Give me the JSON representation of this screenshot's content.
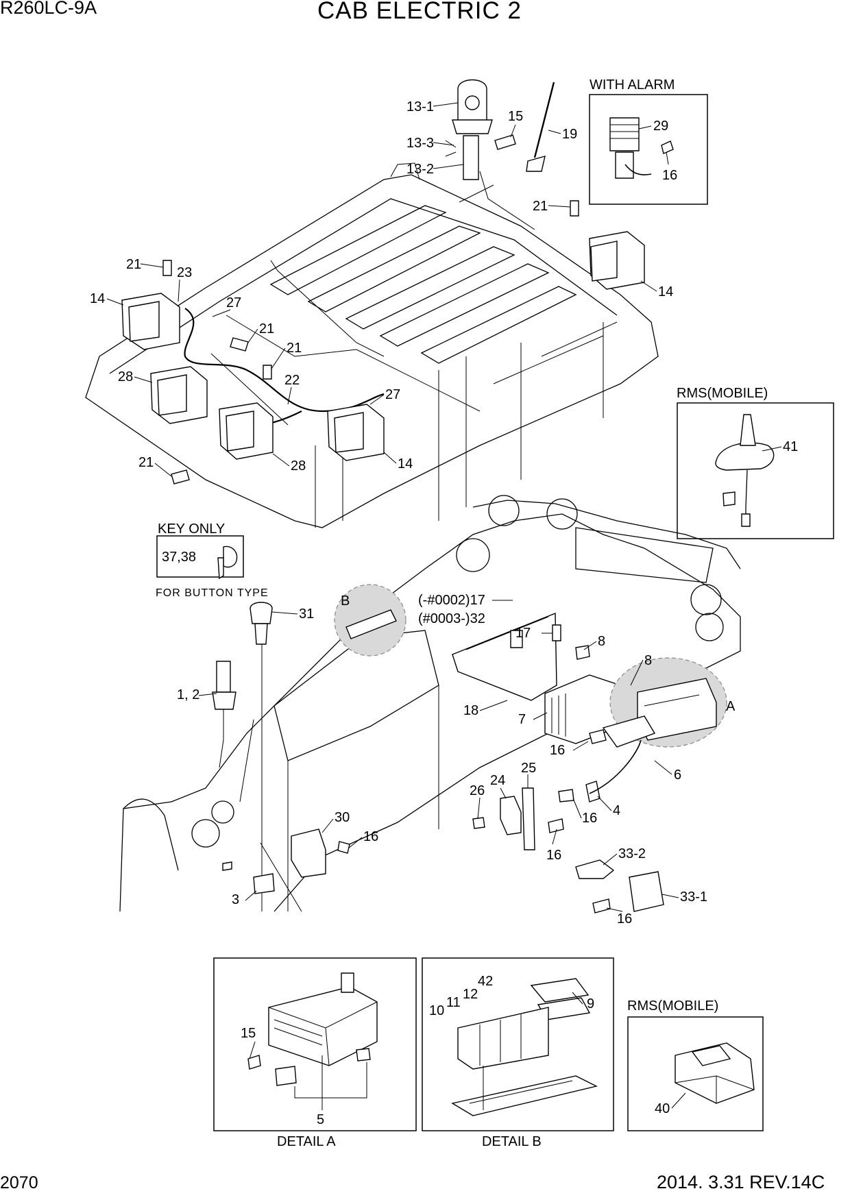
{
  "header": {
    "model": "R260LC-9A",
    "title": "CAB ELECTRIC 2"
  },
  "footer": {
    "page_number": "2070",
    "revision": "2014. 3.31  REV.14C"
  },
  "insets": {
    "with_alarm": "WITH ALARM",
    "rms_mobile_top": "RMS(MOBILE)",
    "key_only": "KEY ONLY",
    "for_button_type": "FOR BUTTON TYPE",
    "rms_mobile_bottom": "RMS(MOBILE)",
    "detail_a": "DETAIL A",
    "detail_b": "DETAIL B",
    "detail_a_marker": "A",
    "detail_b_marker": "B"
  },
  "callouts": {
    "c13_1": "13-1",
    "c15_top": "15",
    "c13_3": "13-3",
    "c19": "19",
    "c13_2": "13-2",
    "c29": "29",
    "c16_alarm": "16",
    "c21_roof_right": "21",
    "c14_right": "14",
    "c21_left": "21",
    "c23": "23",
    "c14_left": "14",
    "c27_a": "27",
    "c21_mid": "21",
    "c21_mid2": "21",
    "c28_a": "28",
    "c22": "22",
    "c27_b": "27",
    "c21_low": "21",
    "c28_b": "28",
    "c14_low": "14",
    "c41": "41",
    "c37_38": "37,38",
    "c31": "31",
    "c17_a": "(-#0002)17",
    "c32": "(#0003-)32",
    "c17_b": "17",
    "c8_a": "8",
    "c8_b": "8",
    "c1_2": "1, 2",
    "c18": "18",
    "c7": "7",
    "c16_a": "16",
    "c25": "25",
    "c6": "6",
    "c26": "26",
    "c24": "24",
    "c4": "4",
    "c16_b": "16",
    "c30": "30",
    "c16_c": "16",
    "c16_d": "16",
    "c33_2": "33-2",
    "c3": "3",
    "c33_1": "33-1",
    "c16_e": "16",
    "c15_detail": "15",
    "c5": "5",
    "c42": "42",
    "c11": "11",
    "c12": "12",
    "c10": "10",
    "c9": "9",
    "c40": "40"
  }
}
